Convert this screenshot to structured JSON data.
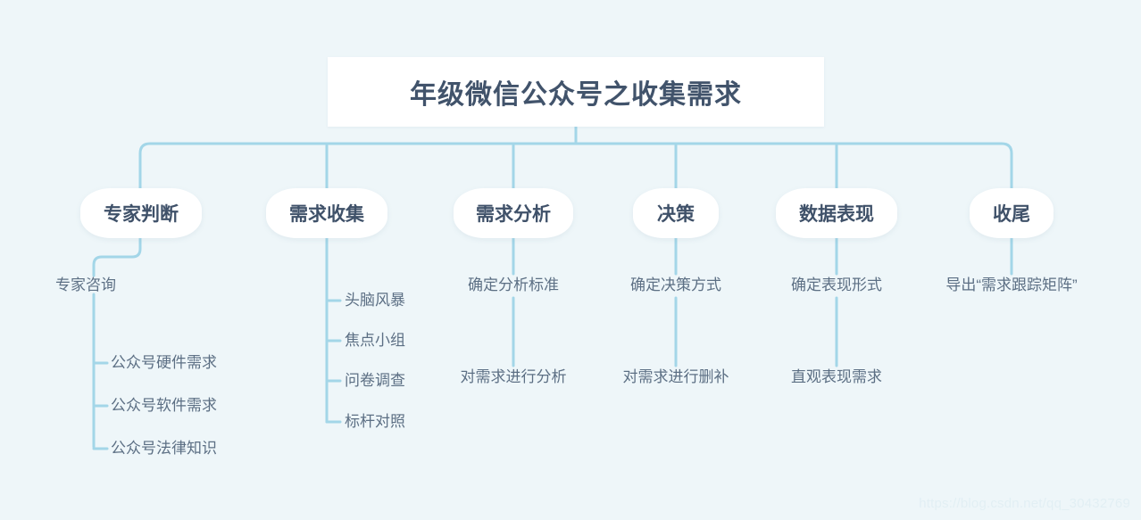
{
  "background_color": "#eef6f9",
  "line_color": "#a3d6e8",
  "title": {
    "text": "年级微信公众号之收集需求",
    "color": "#41536b"
  },
  "branches": [
    {
      "label": "专家判断",
      "children": [
        {
          "label": "专家咨询",
          "children": [
            {
              "label": "公众号硬件需求"
            },
            {
              "label": "公众号软件需求"
            },
            {
              "label": "公众号法律知识"
            }
          ]
        }
      ]
    },
    {
      "label": "需求收集",
      "children": [
        {
          "label": "头脑风暴"
        },
        {
          "label": "焦点小组"
        },
        {
          "label": "问卷调查"
        },
        {
          "label": "标杆对照"
        }
      ]
    },
    {
      "label": "需求分析",
      "children": [
        {
          "label": "确定分析标准"
        },
        {
          "label": "对需求进行分析"
        }
      ]
    },
    {
      "label": "决策",
      "children": [
        {
          "label": "确定决策方式"
        },
        {
          "label": "对需求进行删补"
        }
      ]
    },
    {
      "label": "数据表现",
      "children": [
        {
          "label": "确定表现形式"
        },
        {
          "label": "直观表现需求"
        }
      ]
    },
    {
      "label": "收尾",
      "children": [
        {
          "label": "导出“需求跟踪矩阵”"
        }
      ]
    }
  ],
  "watermark": {
    "text": "https://blog.csdn.net/qq_30432769"
  }
}
